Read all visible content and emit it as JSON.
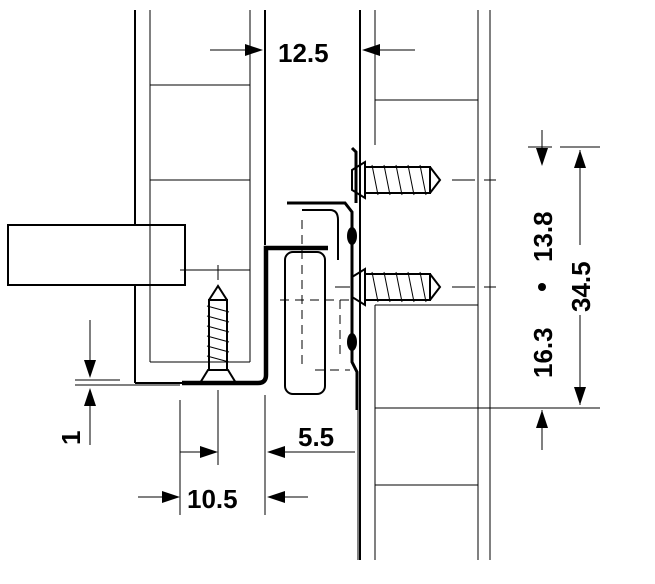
{
  "dimensions": {
    "top_gap": "12.5",
    "upper_screw_offset": "13.8",
    "overall_height": "34.5",
    "lower_screw_offset": "16.3",
    "bottom_clearance": "1",
    "rail_offset": "5.5",
    "screw_distance": "10.5"
  },
  "colors": {
    "line": "#000000",
    "background": "#ffffff",
    "drawer_fill": "#ffffff"
  }
}
